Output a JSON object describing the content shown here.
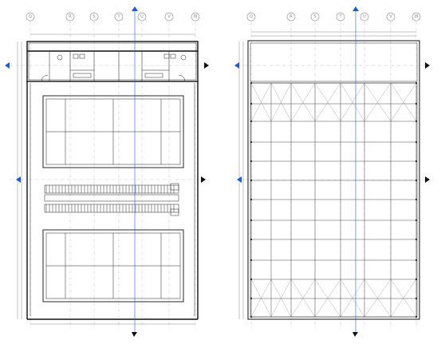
{
  "grid_labels_left": [
    "Q",
    "R",
    "S",
    "T",
    "U",
    "V",
    "W"
  ],
  "grid_labels_right": [
    "Q",
    "R",
    "S",
    "T",
    "U",
    "V",
    "W"
  ],
  "colors": {
    "section_marker": "#1e5bd6",
    "linework": "#111111",
    "grid": "#b8b8b8",
    "background": "#ffffff"
  }
}
